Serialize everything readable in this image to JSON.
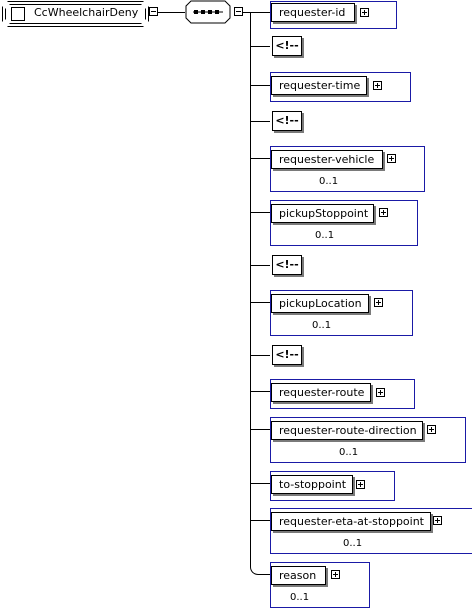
{
  "root": {
    "label": "CcWheelchairDeny"
  },
  "children": [
    {
      "kind": "element",
      "label": "requester-id",
      "occurrence": ""
    },
    {
      "kind": "comment",
      "label": "<!--"
    },
    {
      "kind": "element",
      "label": "requester-time",
      "occurrence": ""
    },
    {
      "kind": "comment",
      "label": "<!--"
    },
    {
      "kind": "element",
      "label": "requester-vehicle",
      "occurrence": "0..1"
    },
    {
      "kind": "element",
      "label": "pickupStoppoint",
      "occurrence": "0..1"
    },
    {
      "kind": "comment",
      "label": "<!--"
    },
    {
      "kind": "element",
      "label": "pickupLocation",
      "occurrence": "0..1"
    },
    {
      "kind": "comment",
      "label": "<!--"
    },
    {
      "kind": "element",
      "label": "requester-route",
      "occurrence": ""
    },
    {
      "kind": "element",
      "label": "requester-route-direction",
      "occurrence": "0..1"
    },
    {
      "kind": "element",
      "label": "to-stoppoint",
      "occurrence": ""
    },
    {
      "kind": "element",
      "label": "requester-eta-at-stoppoint",
      "occurrence": "0..1"
    },
    {
      "kind": "element",
      "label": "reason",
      "occurrence": "0..1"
    }
  ],
  "icons": {
    "root_check": "square-icon",
    "toggle_collapse": "minus-box-icon",
    "toggle_expand": "plus-box-icon",
    "sequence": "sequence-compositor-icon"
  },
  "colors": {
    "element_border": "#1a1aa6",
    "shadow": "#7a7a7a"
  }
}
